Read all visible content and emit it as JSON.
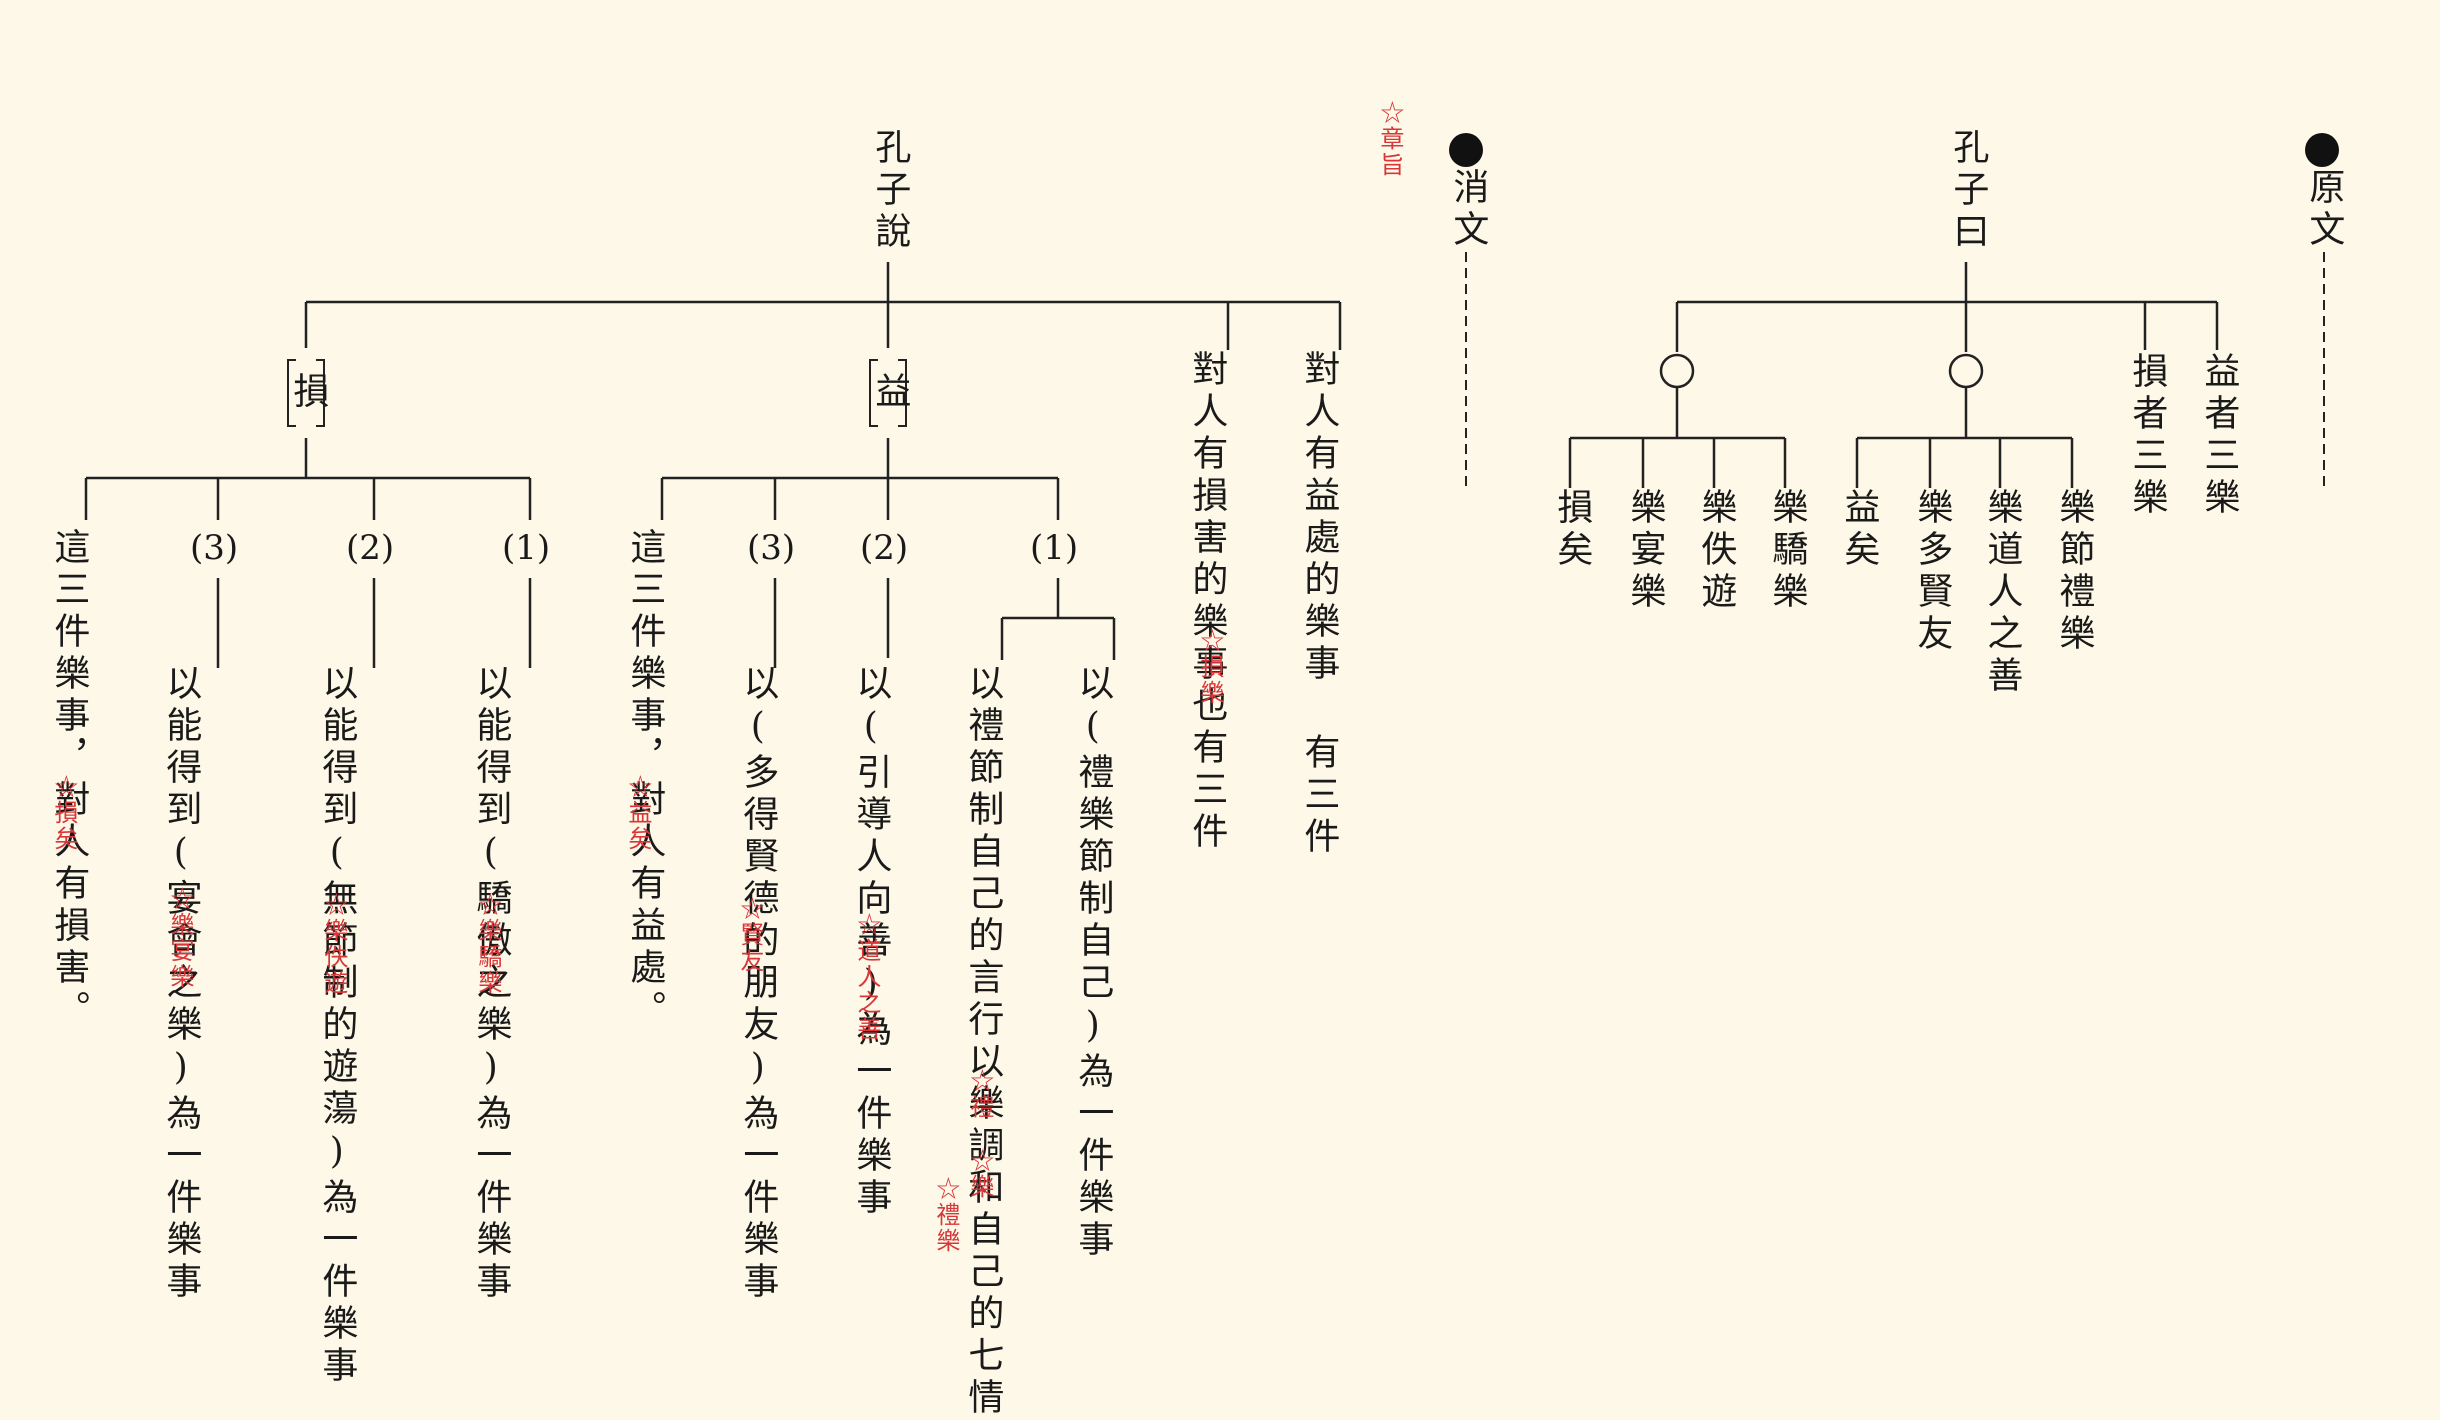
{
  "left": {
    "heading": "消文",
    "chapter_note": "☆章旨",
    "root": "孔子說",
    "speaker_notes": [
      "對人有益處的樂事 有三件",
      "對人有損害的樂事也有三件"
    ],
    "speaker_note_mark": "☆損樂",
    "yi_label": "益",
    "sun_label": "損",
    "yi_items": [
      {
        "num": "(1)",
        "branch_a": "以(禮樂節制自己)為一件樂事",
        "branch_b": "以禮節制自己的言行以樂調和自己的七情",
        "marks": [
          "☆禮",
          "☆樂",
          "☆禮樂"
        ]
      },
      {
        "num": "(2)",
        "text": "以(引導人向善)為一件樂事",
        "mark": "☆道人之善"
      },
      {
        "num": "(3)",
        "text": "以(多得賢德的朋友)為一件樂事",
        "mark": "☆賢友"
      },
      {
        "summary": "這三件樂事，對人有益處。",
        "mark": "☆益矣"
      }
    ],
    "sun_items": [
      {
        "num": "(1)",
        "text": "以能得到(驕傲之樂)為一件樂事",
        "mark": "☆樂驕樂"
      },
      {
        "num": "(2)",
        "text": "以能得到(無節制的遊蕩)為一件樂事",
        "mark": "☆樂佚遊"
      },
      {
        "num": "(3)",
        "text": "以能得到(宴會之樂)為一件樂事",
        "mark": "☆樂宴樂"
      },
      {
        "summary": "這三件樂事，對人有損害。",
        "mark": "☆損矣"
      }
    ]
  },
  "right": {
    "heading": "原文",
    "root": "孔子曰",
    "top_items": [
      "益者三樂",
      "損者三樂"
    ],
    "yi_group": [
      "樂節禮樂",
      "樂道人之善",
      "樂多賢友",
      "益矣"
    ],
    "sun_group": [
      "樂驕樂",
      "樂佚遊",
      "樂宴樂",
      "損矣"
    ]
  }
}
